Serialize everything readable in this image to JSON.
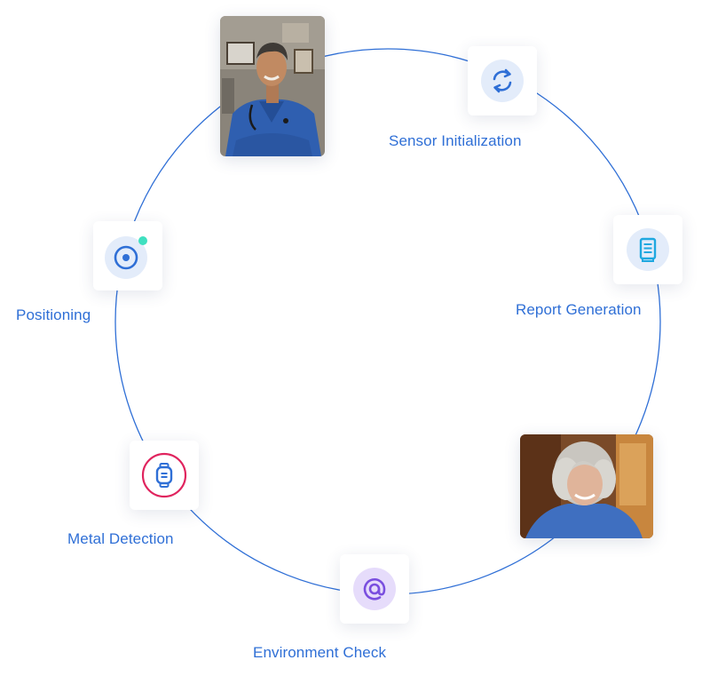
{
  "steps": [
    {
      "label": "Sensor Initialization",
      "icon": "refresh-icon"
    },
    {
      "label": "Report Generation",
      "icon": "document-icon"
    },
    {
      "label": "Environment Check",
      "icon": "at-sign-icon"
    },
    {
      "label": "Metal Detection",
      "icon": "watch-icon"
    },
    {
      "label": "Positioning",
      "icon": "target-icon"
    }
  ],
  "photos": [
    {
      "subject": "smiling man in blue scrubs with stethoscope"
    },
    {
      "subject": "smiling woman with curly gray hair in blue sweater"
    }
  ],
  "colors": {
    "ring": "#2f6fd6",
    "label": "#2f6fd6",
    "icon_bg": "#e3ecfa",
    "icon_blue": "#2f6fd6",
    "icon_cyan": "#1fa8e0",
    "icon_purple": "#7a4fdf",
    "icon_purple_bg": "#e6dcfb",
    "icon_red": "#e0245e",
    "status_dot": "#3fe0c0"
  }
}
